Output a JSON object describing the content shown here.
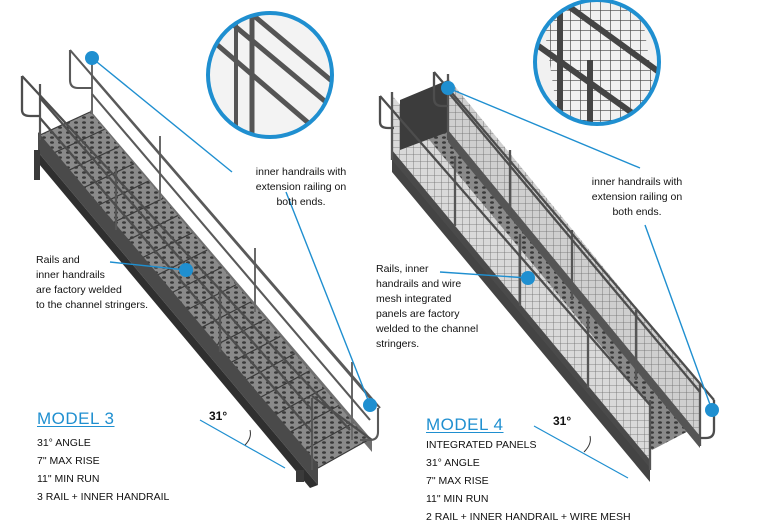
{
  "accent_color": "#1f8fd0",
  "left": {
    "model_title": "MODEL 3",
    "angle_label": "31°",
    "specs": [
      "31° ANGLE",
      "7\" MAX RISE",
      "11\" MIN RUN",
      "3 RAIL + INNER HANDRAIL"
    ],
    "callout_top": [
      "inner handrails with",
      "extension railing on",
      "both ends."
    ],
    "callout_side": [
      "Rails and",
      "inner handrails",
      "are factory welded",
      "to the channel stringers."
    ]
  },
  "right": {
    "model_title": "MODEL 4",
    "angle_label": "31°",
    "specs": [
      "INTEGRATED PANELS",
      "31° ANGLE",
      "7\" MAX RISE",
      "11\" MIN RUN",
      "2 RAIL + INNER HANDRAIL + WIRE MESH"
    ],
    "callout_top": [
      "inner handrails with",
      "extension railing on",
      "both ends."
    ],
    "callout_side": [
      "Rails, inner",
      "handrails and wire",
      "mesh integrated",
      "panels are factory",
      "welded to the channel",
      "stringers."
    ]
  }
}
